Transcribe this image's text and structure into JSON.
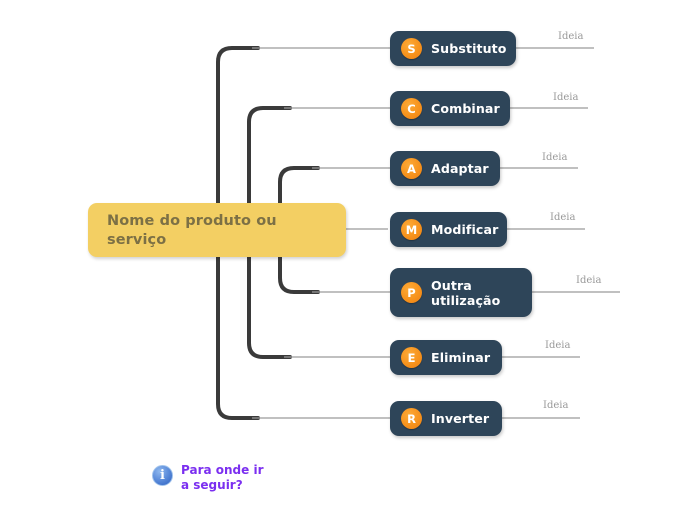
{
  "central": {
    "label": "Nome do produto ou serviço",
    "color": "#f3cf63",
    "text_color": "#7c7045"
  },
  "branches": [
    {
      "badge": "S",
      "label": "Substituto",
      "idea": "Ideia"
    },
    {
      "badge": "C",
      "label": "Combinar",
      "idea": "Ideia"
    },
    {
      "badge": "A",
      "label": "Adaptar",
      "idea": "Ideia"
    },
    {
      "badge": "M",
      "label": "Modificar",
      "idea": "Ideia"
    },
    {
      "badge": "P",
      "label": "Outra utilização",
      "idea": "Ideia"
    },
    {
      "badge": "E",
      "label": "Eliminar",
      "idea": "Ideia"
    },
    {
      "badge": "R",
      "label": "Inverter",
      "idea": "Ideia"
    }
  ],
  "footer": {
    "icon": "info-icon",
    "line1": "Para onde ir",
    "line2": "a seguir?",
    "text_color": "#7b2ff0"
  },
  "colors": {
    "background": "#ffffff",
    "node_fill": "#2e4559",
    "badge_fill": "#f7941e",
    "trunk_line": "#3a3a3a",
    "thin_line": "#9a9a9a"
  }
}
